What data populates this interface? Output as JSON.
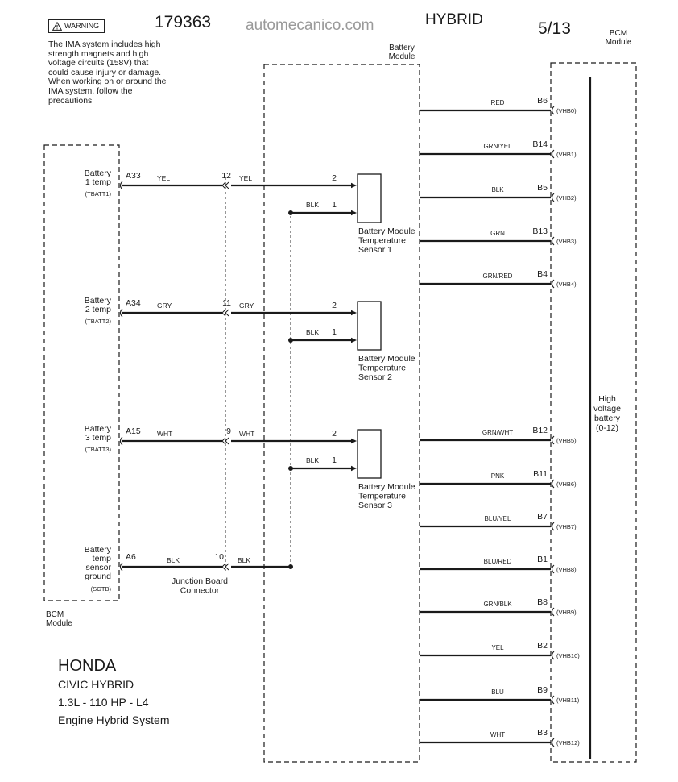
{
  "header": {
    "diagram_number": "179363",
    "website": "automecanico.com",
    "section": "HYBRID",
    "page": "5/13"
  },
  "warning": {
    "badge": "WARNING",
    "text": "The IMA system includes high strength magnets and high voltage circuits (158V) that could cause injury or damage. When working on or around the IMA system, follow the precautions"
  },
  "labels": {
    "battery_module": "Battery Module",
    "bcm_right": "BCM Module",
    "bcm_left": "BCM Module",
    "junction": "Junction Board Connector",
    "hv_battery": "High voltage battery (0-12)"
  },
  "sensors": [
    {
      "label": "Battery 1 temp",
      "signal": "(TBATT1)",
      "bcm_pin": "A33",
      "bcm_color": "YEL",
      "jb_pin": "12",
      "jb_color": "YEL",
      "pin2": "2",
      "pin1": "1",
      "ground_color": "BLK",
      "sensor_name": "Battery Module Temperature Sensor 1"
    },
    {
      "label": "Battery 2 temp",
      "signal": "(TBATT2)",
      "bcm_pin": "A34",
      "bcm_color": "GRY",
      "jb_pin": "11",
      "jb_color": "GRY",
      "pin2": "2",
      "pin1": "1",
      "ground_color": "BLK",
      "sensor_name": "Battery Module Temperature Sensor 2"
    },
    {
      "label": "Battery 3 temp",
      "signal": "(TBATT3)",
      "bcm_pin": "A15",
      "bcm_color": "WHT",
      "jb_pin": "9",
      "jb_color": "WHT",
      "pin2": "2",
      "pin1": "1",
      "ground_color": "BLK",
      "sensor_name": "Battery Module Temperature Sensor 3"
    }
  ],
  "ground_circuit": {
    "label": "Battery temp sensor ground",
    "signal": "(SGTB)",
    "bcm_pin": "A6",
    "bcm_color": "BLK",
    "jb_pin": "10",
    "jb_color": "BLK"
  },
  "hv_circuits": [
    {
      "color": "RED",
      "pin": "B6",
      "signal": "(VHB0)"
    },
    {
      "color": "GRN/YEL",
      "pin": "B14",
      "signal": "(VHB1)"
    },
    {
      "color": "BLK",
      "pin": "B5",
      "signal": "(VHB2)"
    },
    {
      "color": "GRN",
      "pin": "B13",
      "signal": "(VHB3)"
    },
    {
      "color": "GRN/RED",
      "pin": "B4",
      "signal": "(VHB4)"
    },
    {
      "color": "GRN/WHT",
      "pin": "B12",
      "signal": "(VHB5)"
    },
    {
      "color": "PNK",
      "pin": "B11",
      "signal": "(VHB6)"
    },
    {
      "color": "BLU/YEL",
      "pin": "B7",
      "signal": "(VHB7)"
    },
    {
      "color": "BLU/RED",
      "pin": "B1",
      "signal": "(VHB8)"
    },
    {
      "color": "GRN/BLK",
      "pin": "B8",
      "signal": "(VHB9)"
    },
    {
      "color": "YEL",
      "pin": "B2",
      "signal": "(VHB10)"
    },
    {
      "color": "BLU",
      "pin": "B9",
      "signal": "(VHB11)"
    },
    {
      "color": "WHT",
      "pin": "B3",
      "signal": "(VHB12)"
    }
  ],
  "title_block": {
    "make": "HONDA",
    "model": "CIVIC HYBRID",
    "engine": "1.3L  - 110 HP - L4",
    "system": "Engine Hybrid System"
  },
  "colors": {
    "ink": "#1a1a1a",
    "watermark": "#9a9a9a",
    "background": "#ffffff"
  }
}
